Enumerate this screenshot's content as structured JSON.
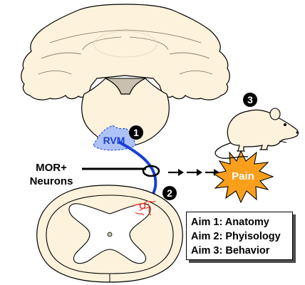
{
  "labels": {
    "rvm": "RVM",
    "mor_line1": "MOR+",
    "mor_line2": "Neurons",
    "pain": "Pain"
  },
  "step_badges": [
    "1",
    "2",
    "3"
  ],
  "aims": [
    "Aim 1: Anatomy",
    "Aim 2: Phyisology",
    "Aim 3: Behavior"
  ],
  "colors": {
    "tissue_fill": "#fdf2dc",
    "outline": "#000000",
    "rvm_fill": "#adc3f7",
    "rvm_text": "#1a3fd6",
    "projection_line": "#1a3fd6",
    "pain_fill": "#f99f1c",
    "terminal_red": "#ee2b22",
    "canal_fill": "#c9c0b0"
  },
  "icons": {
    "brainstem": "cerebellum-brainstem-section-icon",
    "spinal_cord": "spinal-cord-section-icon",
    "mouse": "mouse-icon",
    "pain": "pain-starburst-icon"
  }
}
